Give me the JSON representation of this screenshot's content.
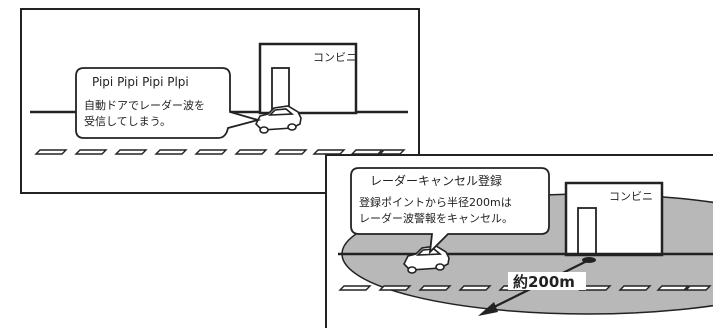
{
  "panel1": {
    "store_sign": "コンビニ",
    "bubble_title": "Pipi Pipi Pipi Plpi",
    "bubble_line1": "自動ドアでレーダー波を",
    "bubble_line2": "受信してしまう。"
  },
  "panel2": {
    "store_sign": "コンビニ",
    "bubble_title": "レーダーキャンセル登録",
    "bubble_line1": "登録ポイントから半径200mは",
    "bubble_line2": "レーダー波警報をキャンセル。",
    "radius_label": "約200m"
  },
  "colors": {
    "line": "#222222",
    "cancel_zone": "#b8b8b8",
    "background": "#ffffff"
  }
}
